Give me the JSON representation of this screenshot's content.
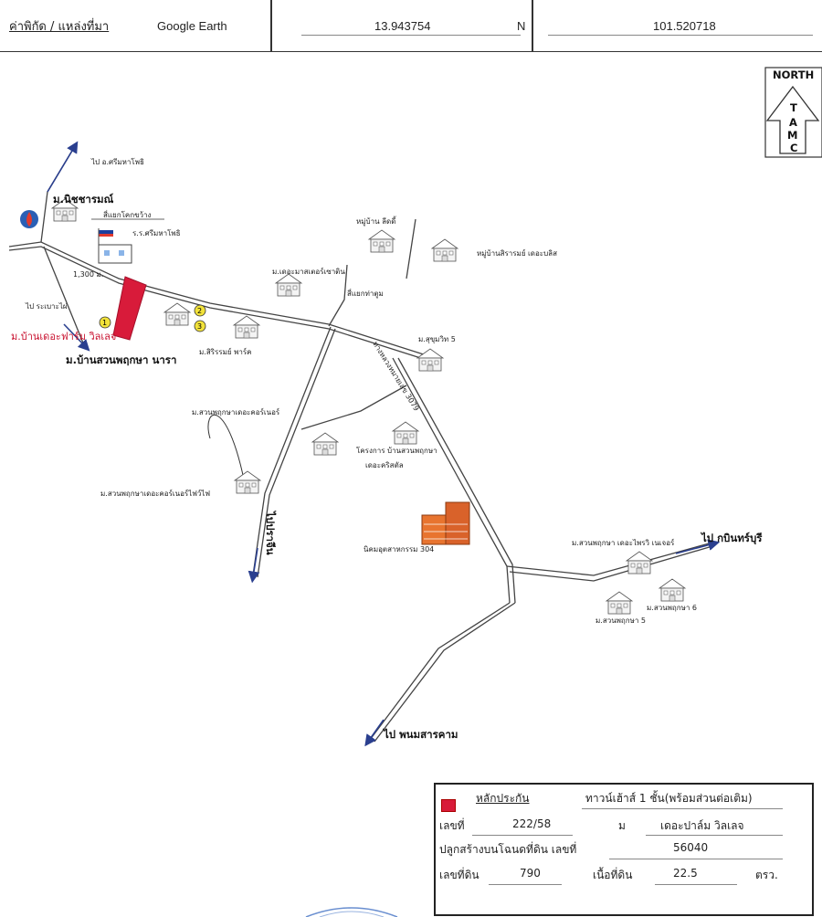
{
  "header": {
    "coord_label": "ค่าพิกัด / แหล่งที่มา",
    "source": "Google Earth",
    "lat": "13.943754",
    "lat_dir": "N",
    "lon": "101.520718"
  },
  "north_arrow": {
    "label": "NORTH",
    "letters": [
      "T",
      "A",
      "M",
      "C"
    ]
  },
  "map": {
    "label_sriphrapho": "ไป อ.ศรีมหาโพธิ",
    "label_nitchaya": "ม.นิชชารมณ์",
    "label_khok_krabue": "สี่แยกโคกขว้าง",
    "label_school": "ร.ร.ศรีมหาโพธิ",
    "distance": "1,300 ม.",
    "label_to_rabong": "ไป ระเบาะไผ่",
    "label_farm_village": "ม.บ้านเดอะฟาร์ม วิลเลจ",
    "label_suan_nara": "ม.บ้านสวนพฤกษา นารา",
    "label_sirirom": "ม.สิริรรมย์ พาร์ค",
    "label_the_master": "ม.เดอะมาสเตอร์เซาติน",
    "label_ldee": "หมู่บ้าน ลีดดี้",
    "label_siriram_blue": "หมู่บ้านสิรารมย์ เดอะบลิส",
    "label_intersection": "สี่แยกท่าตูม",
    "label_sukhumvit": "ม.สุขุมวิท 5",
    "label_highway": "ทางหลวงหมายเลข 3079",
    "label_suan_cornor": "ม.สวนพฤกษาเดอะคอร์เนอร์",
    "label_suan_cornor2": "ม.สวนพฤกษาเดอะคอร์เนอร์ไฟว์ไฟ",
    "label_project_crystal1": "โครงการ บ้านสวนพฤกษา",
    "label_project_crystal2": "เดอะคริสตัล",
    "label_to_prachin": "ไปปราจีน",
    "label_industrial": "นิคมอุตสาหกรรม 304",
    "label_suan_forest": "ม.สวนพฤกษา เดอะไพรวิ เนเจอร์",
    "label_to_kabin": "ไป กบินทร์บุรี",
    "label_suan5": "ม.สวนพฤกษา 5",
    "label_suan6": "ม.สวนพฤกษา 6",
    "label_to_phanom": "ไป พนมสารคาม",
    "markers": [
      "1",
      "2",
      "3"
    ]
  },
  "info": {
    "title": "หลักประกัน",
    "property_type": "ทาวน์เฮ้าส์ 1 ชั้น(พร้อมส่วนต่อเติม)",
    "no_label": "เลขที่",
    "no_value": "222/58",
    "moo_label": "ม",
    "village": "เดอะปาล์ม วิลเลจ",
    "deed_label": "ปลูกสร้างบนโฉนดที่ดิน เลขที่",
    "deed_value": "56040",
    "land_no_label": "เลขที่ดิน",
    "land_no_value": "790",
    "area_label": "เนื้อที่ดิน",
    "area_value": "22.5",
    "area_unit": "ตรว."
  },
  "colors": {
    "collateral_red": "#d81b3a",
    "marker_yellow": "#f2e23a",
    "label_red": "#c8102e",
    "arrow_blue": "#2a3f8f"
  }
}
